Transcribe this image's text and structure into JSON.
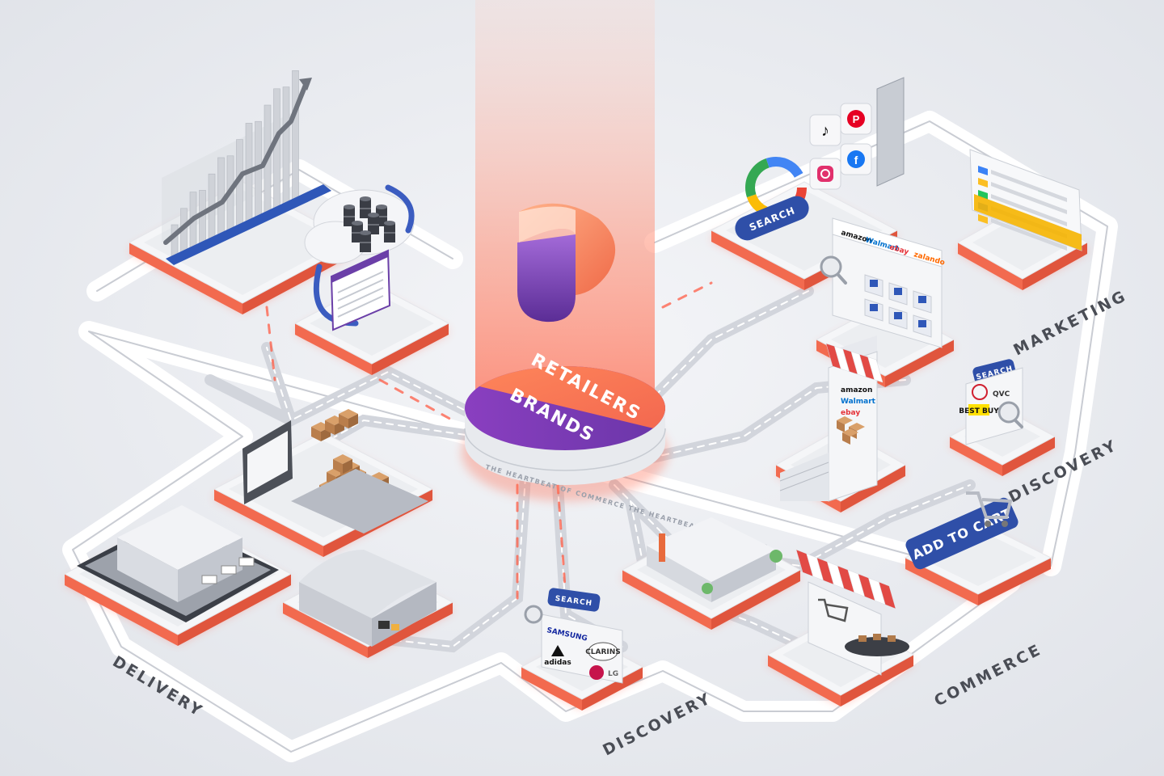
{
  "hub": {
    "top_label": "RETAILERS",
    "bottom_label": "BRANDS",
    "ring_text": "THE HEARTBEAT OF COMMERCE THE HEARTBEAT OF COMMERCE"
  },
  "zones": {
    "marketing": "MARKETING",
    "discovery_right": "DISCOVERY",
    "commerce": "COMMERCE",
    "discovery_bottom": "DISCOVERY",
    "delivery": "DELIVERY"
  },
  "signs": {
    "search_marketing": "SEARCH",
    "search_discovery_right": "SEARCH",
    "search_discovery_bottom": "SEARCH",
    "add_to_cart": "ADD TO CART"
  },
  "brands": {
    "marketplaces": [
      "amazon",
      "Walmart",
      "ebay",
      "zalando"
    ],
    "discovery_bottom": [
      "SAMSUNG",
      "adidas",
      "CLARINS",
      "LG"
    ],
    "discovery_right": [
      "QVC",
      "BEST BUY"
    ],
    "kiosk": [
      "amazon",
      "Walmart",
      "ebay"
    ],
    "social": [
      "TikTok",
      "Pinterest",
      "Instagram",
      "Facebook",
      "Google"
    ]
  },
  "colors": {
    "accent": "#f26a4f",
    "accent_glow": "#ff8f7a",
    "purple": "#7a3fb0",
    "signage_blue": "#2f4fa8",
    "platform": "#f5f6f8",
    "background": "#eceef2"
  }
}
